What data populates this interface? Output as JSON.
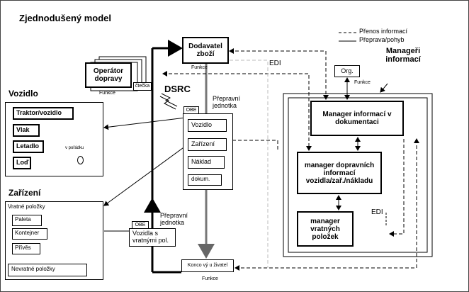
{
  "title": "Zjednodušený model",
  "legend": {
    "transfer": "Přenos informací",
    "transport": "Přeprava/pohyb"
  },
  "managers_title": "Manageři informací",
  "supplier": "Dodavatel zboží",
  "supplier_fn": "Funkce",
  "operator": "Operátor dopravy",
  "operator_fn": "Funkce",
  "reader": "čtečka",
  "dsrc": "DSRC",
  "edi_top": "EDI",
  "edi_bottom": "EDI",
  "org": "Org.",
  "org_fn": "Funkce",
  "vozidlo_title": "Vozidlo",
  "vehicles": [
    "Traktor/vozidlo",
    "Vlak",
    "Letadlo",
    "Loď"
  ],
  "in_order": "v pořádku",
  "zarizeni_title": "Zařízení",
  "returnable": "Vratné položky",
  "returnable_items": [
    "Paleta",
    "Kontejner",
    "Přívěs"
  ],
  "nonreturnable": "Nevratné položky",
  "transport_unit_top": "Přepravní jednotka",
  "obe": "OBE",
  "obe2": "OBE",
  "unit_items": [
    "Vozidlo",
    "Zařízení",
    "Náklad",
    "dokum."
  ],
  "transport_unit_bottom": "Přepravní jednotka",
  "vehicle_returnable": "Vozidla s vratnými pol.",
  "end_user": "Konco vý u živatel",
  "end_user_fn": "Funkce",
  "mgr_docs": "Manager informací v dokumentaci",
  "mgr_transport": "manager dopravních informací vozidla/zař./nákladu",
  "mgr_returnable": "manager vratných položek"
}
